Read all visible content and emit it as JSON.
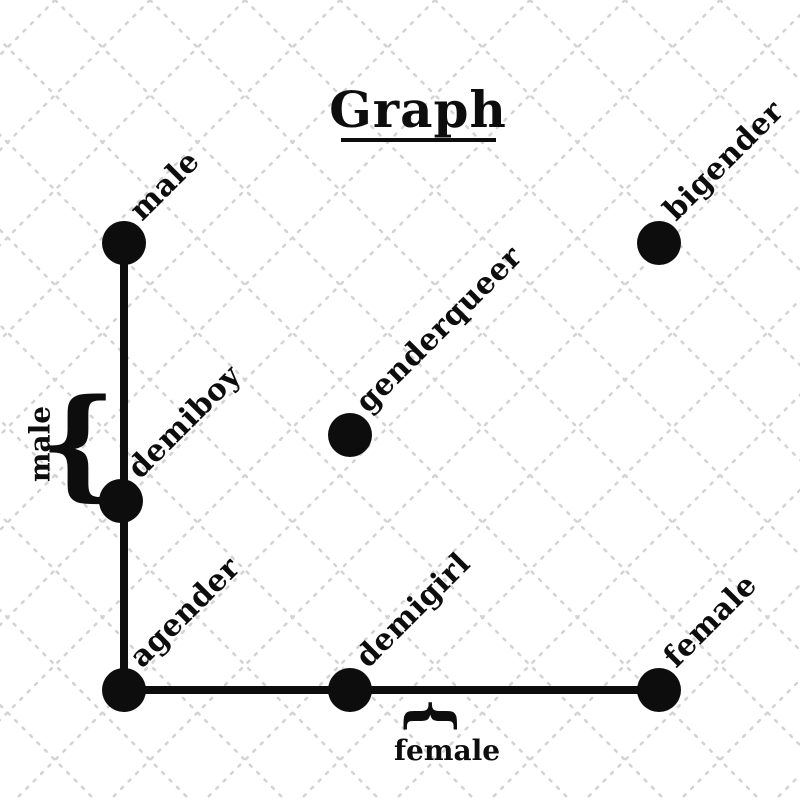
{
  "title": "Graph",
  "colors": {
    "ink": "#0d0d0d",
    "grid": "#d3d3d3",
    "background": "#ffffff"
  },
  "nodes": [
    {
      "id": "male",
      "label": "male"
    },
    {
      "id": "bigender",
      "label": "bigender"
    },
    {
      "id": "genderqueer",
      "label": "genderqueer"
    },
    {
      "id": "demiboy",
      "label": "demiboy"
    },
    {
      "id": "agender",
      "label": "agender"
    },
    {
      "id": "demigirl",
      "label": "demigirl"
    },
    {
      "id": "female",
      "label": "female"
    }
  ],
  "edges": [
    {
      "from": "male",
      "to": "demiboy"
    },
    {
      "from": "demiboy",
      "to": "agender"
    },
    {
      "from": "agender",
      "to": "demigirl"
    },
    {
      "from": "demigirl",
      "to": "female"
    }
  ],
  "braces": {
    "left": {
      "glyph": "{",
      "label": "male"
    },
    "bottom": {
      "glyph": "{",
      "label": "female"
    }
  }
}
